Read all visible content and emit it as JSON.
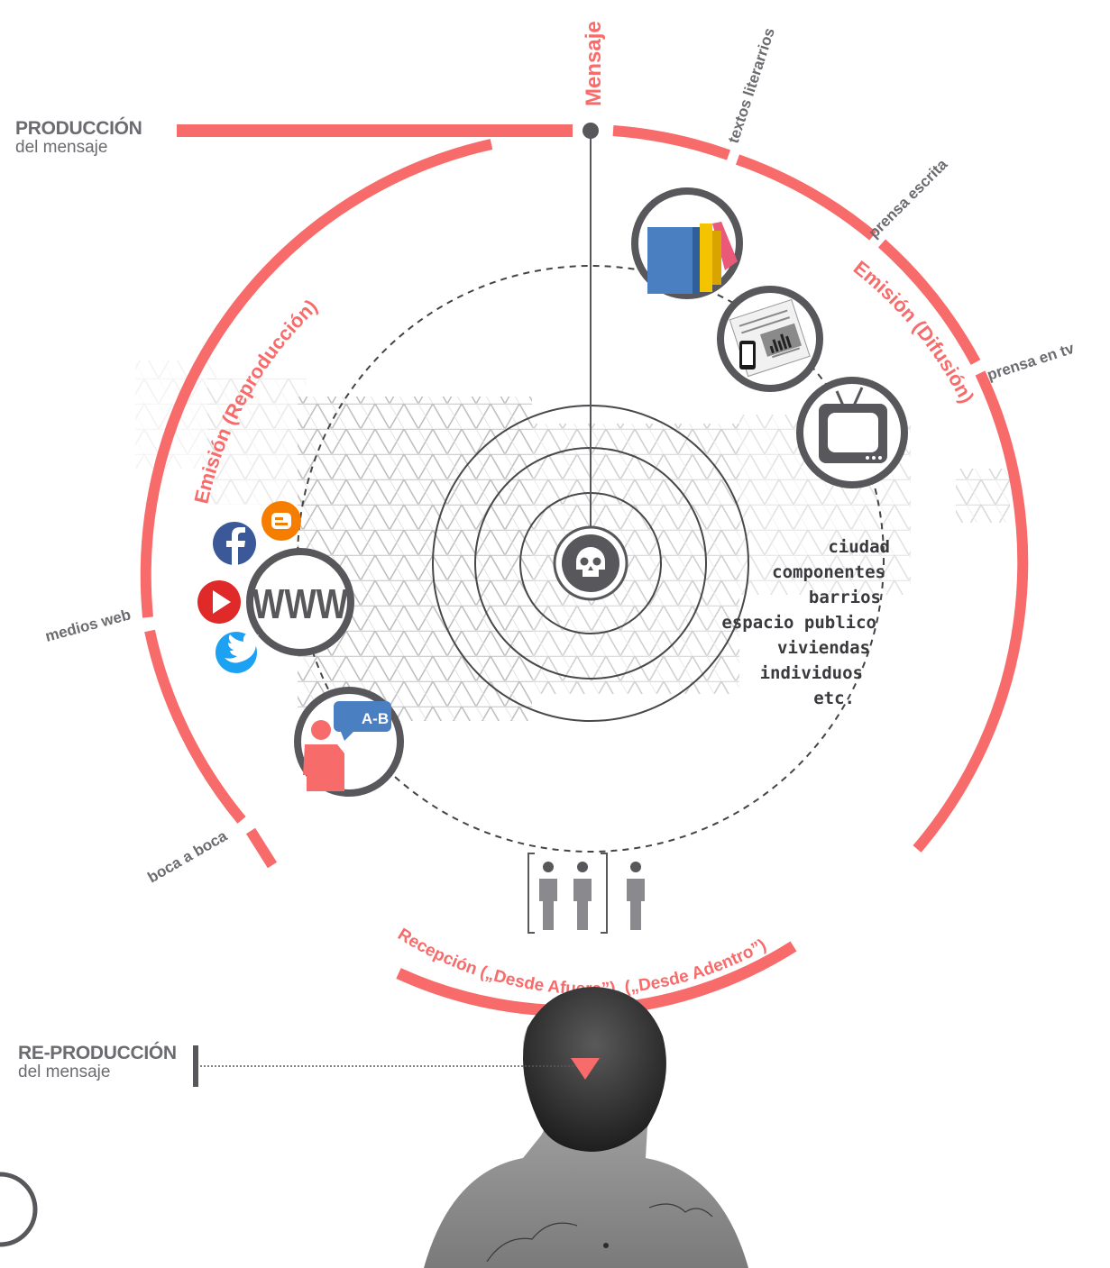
{
  "labels": {
    "produccion_big": "PRODUCCIÓN",
    "produccion_small": "del mensaje",
    "reproduccion_big": "RE-PRODUCCIÓN",
    "reproduccion_small": "del mensaje",
    "mensaje": "Mensaje",
    "emision_reproduccion": "Emisión (Reproducción)",
    "emision_difusion": "Emisión (Difusión)",
    "recepcion": "Recepción („Desde Afuera”), („Desde Adentro”)",
    "textos_literarios": "textos literarrios",
    "prensa_escrita": "prensa escrita",
    "prensa_tv": "prensa en tv",
    "medios_web": "medios web",
    "boca_a_boca": "boca a boca",
    "www": "WWW",
    "ab": "A-B"
  },
  "components": [
    "ciudad",
    "componentes",
    "barrios",
    "espacio publico",
    "viviendas",
    "individuos",
    "etc."
  ],
  "colors": {
    "accent": "#f76b6b",
    "dark": "#58585c",
    "text_grey": "#6b6b70",
    "facebook": "#3b5998",
    "youtube": "#e02a2a",
    "twitter": "#1da1f2",
    "blogger": "#f57d00",
    "chat": "#4a7fc1"
  },
  "icons": [
    "books-icon",
    "newspaper-icon",
    "tv-icon",
    "www-icon",
    "chat-person-icon",
    "facebook-icon",
    "youtube-icon",
    "twitter-icon",
    "blogger-icon",
    "skull-icon",
    "people-icon",
    "head-silhouette-icon",
    "triangle-marker-icon"
  ]
}
